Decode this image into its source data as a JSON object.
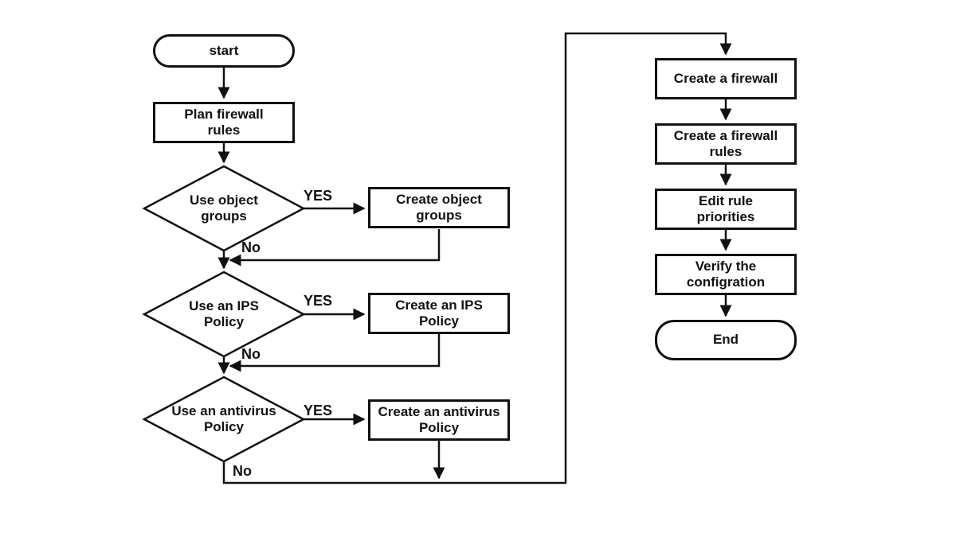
{
  "diagram": {
    "background_color": "#ffffff",
    "stroke_color": "#111111",
    "nodes": {
      "start": {
        "label": "start",
        "type": "terminator"
      },
      "plan_firewall_rules": {
        "label": "Plan firewall\nrules",
        "type": "process"
      },
      "use_object_groups": {
        "label": "Use object\ngroups",
        "type": "decision"
      },
      "create_object_groups": {
        "label": "Create object\ngroups",
        "type": "process"
      },
      "use_ips_policy": {
        "label": "Use an IPS\nPolicy",
        "type": "decision"
      },
      "create_ips_policy": {
        "label": "Create an IPS\nPolicy",
        "type": "process"
      },
      "use_antivirus_policy": {
        "label": "Use an antivirus\nPolicy",
        "type": "decision"
      },
      "create_antivirus_policy": {
        "label": "Create an antivirus\nPolicy",
        "type": "process"
      },
      "create_firewall": {
        "label": "Create  a firewall",
        "type": "process"
      },
      "create_firewall_rules": {
        "label": "Create  a firewall\nrules",
        "type": "process"
      },
      "edit_rule_priorities": {
        "label": "Edit rule\npriorities",
        "type": "process"
      },
      "verify_configuration": {
        "label": "Verify the\nconfigration",
        "type": "process"
      },
      "end": {
        "label": "End",
        "type": "terminator"
      }
    },
    "edge_labels": {
      "object_groups_yes": "YES",
      "object_groups_no": "No",
      "ips_policy_yes": "YES",
      "ips_policy_no": "No",
      "antivirus_yes": "YES",
      "antivirus_no": "No"
    }
  }
}
